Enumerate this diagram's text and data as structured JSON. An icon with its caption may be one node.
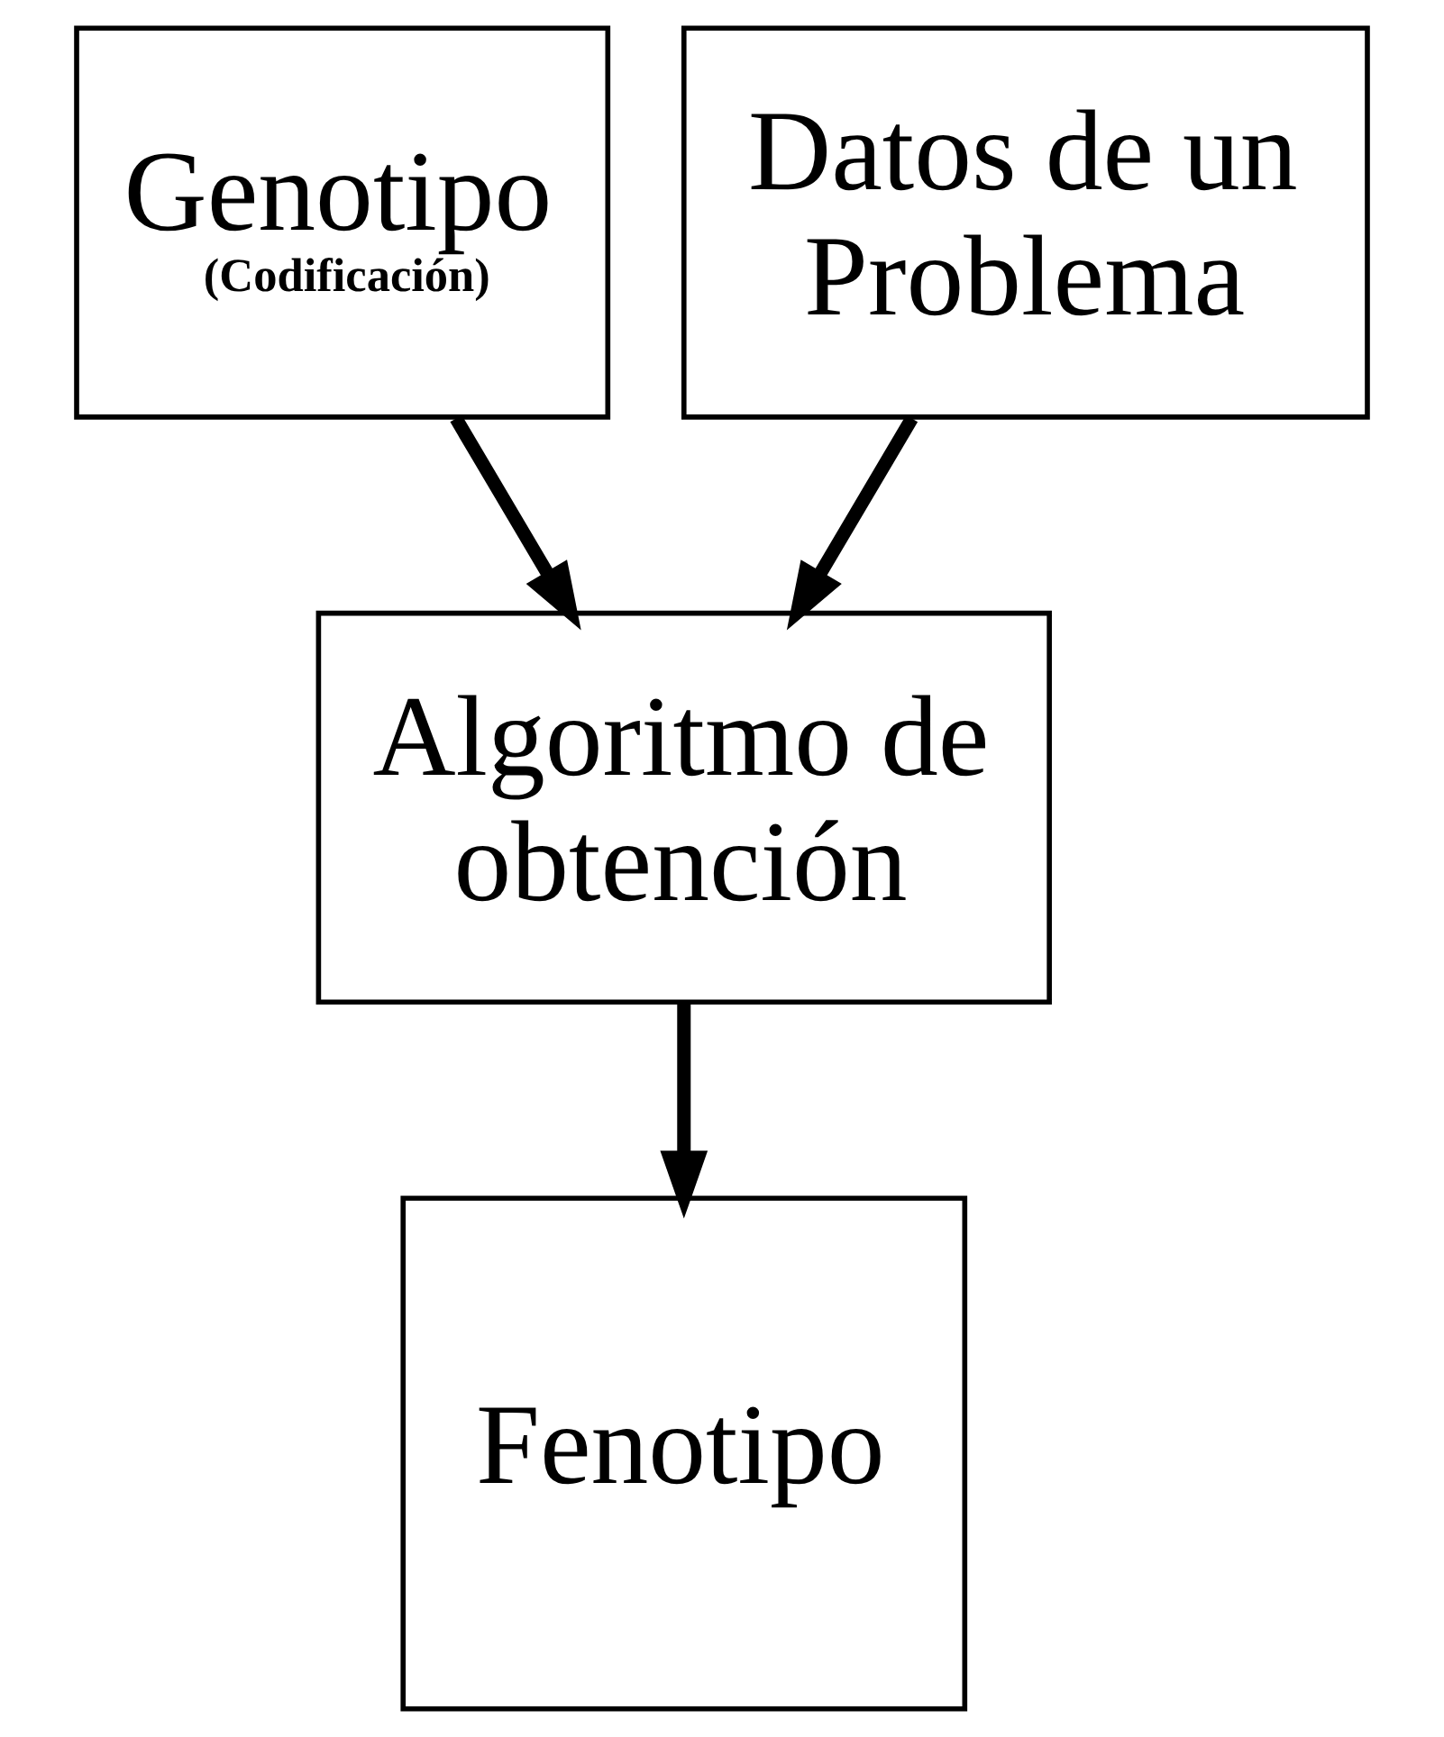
{
  "diagram": {
    "nodes": [
      {
        "text": [
          "Genotipo",
          "(Codificación)"
        ]
      },
      {
        "text": [
          "Datos de un Problema"
        ]
      },
      {
        "text": [
          "Algoritmo de obtención"
        ]
      },
      {
        "text": [
          "Fenotipo"
        ]
      }
    ],
    "edges": [
      {
        "from": 0,
        "to": 2,
        "arrow": "to"
      },
      {
        "from": 1,
        "to": 2,
        "arrow": "to"
      },
      {
        "from": 2,
        "to": 3,
        "arrow": "to"
      }
    ]
  }
}
